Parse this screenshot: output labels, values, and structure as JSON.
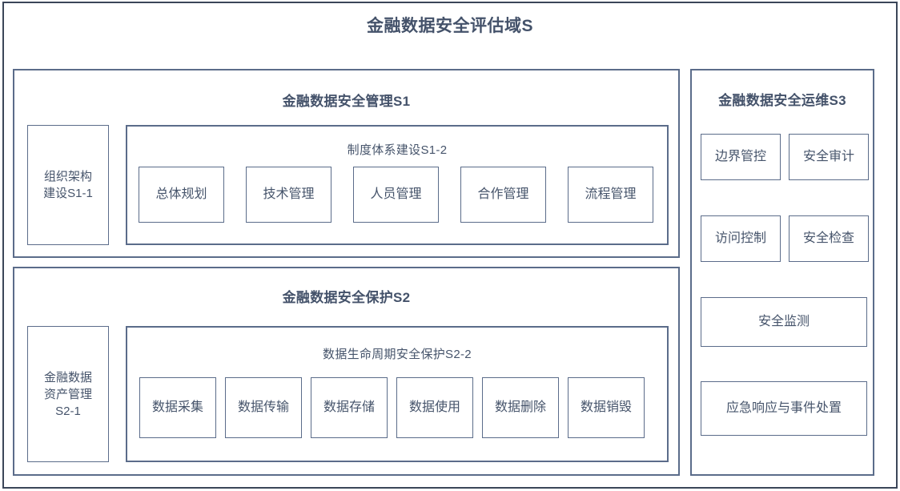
{
  "diagram": {
    "title": "金融数据安全评估域S",
    "sections": [
      {
        "id": "S1",
        "title": "金融数据安全管理S1",
        "left_block": {
          "label": "组织架构\n建设S1-1"
        },
        "sub_group": {
          "title": "制度体系建设S1-2",
          "items": [
            {
              "label": "总体规划"
            },
            {
              "label": "技术管理"
            },
            {
              "label": "人员管理"
            },
            {
              "label": "合作管理"
            },
            {
              "label": "流程管理"
            }
          ]
        }
      },
      {
        "id": "S2",
        "title": "金融数据安全保护S2",
        "left_block": {
          "label": "金融数据\n资产管理\nS2-1"
        },
        "sub_group": {
          "title": "数据生命周期安全保护S2-2",
          "items": [
            {
              "label": "数据采集"
            },
            {
              "label": "数据传输"
            },
            {
              "label": "数据存储"
            },
            {
              "label": "数据使用"
            },
            {
              "label": "数据删除"
            },
            {
              "label": "数据销毁"
            }
          ]
        }
      },
      {
        "id": "S3",
        "title": "金融数据安全运维S3",
        "grid_items": [
          {
            "label": "边界管控"
          },
          {
            "label": "安全审计"
          },
          {
            "label": "访问控制"
          },
          {
            "label": "安全检查"
          }
        ],
        "full_items": [
          {
            "label": "安全监测"
          },
          {
            "label": "应急响应与事件处置"
          }
        ]
      }
    ]
  },
  "colors": {
    "outer_border": "#3b4659",
    "box_border": "#5b6c8a",
    "text": "#46546b",
    "title_text": "#44526a",
    "background": "#ffffff"
  }
}
